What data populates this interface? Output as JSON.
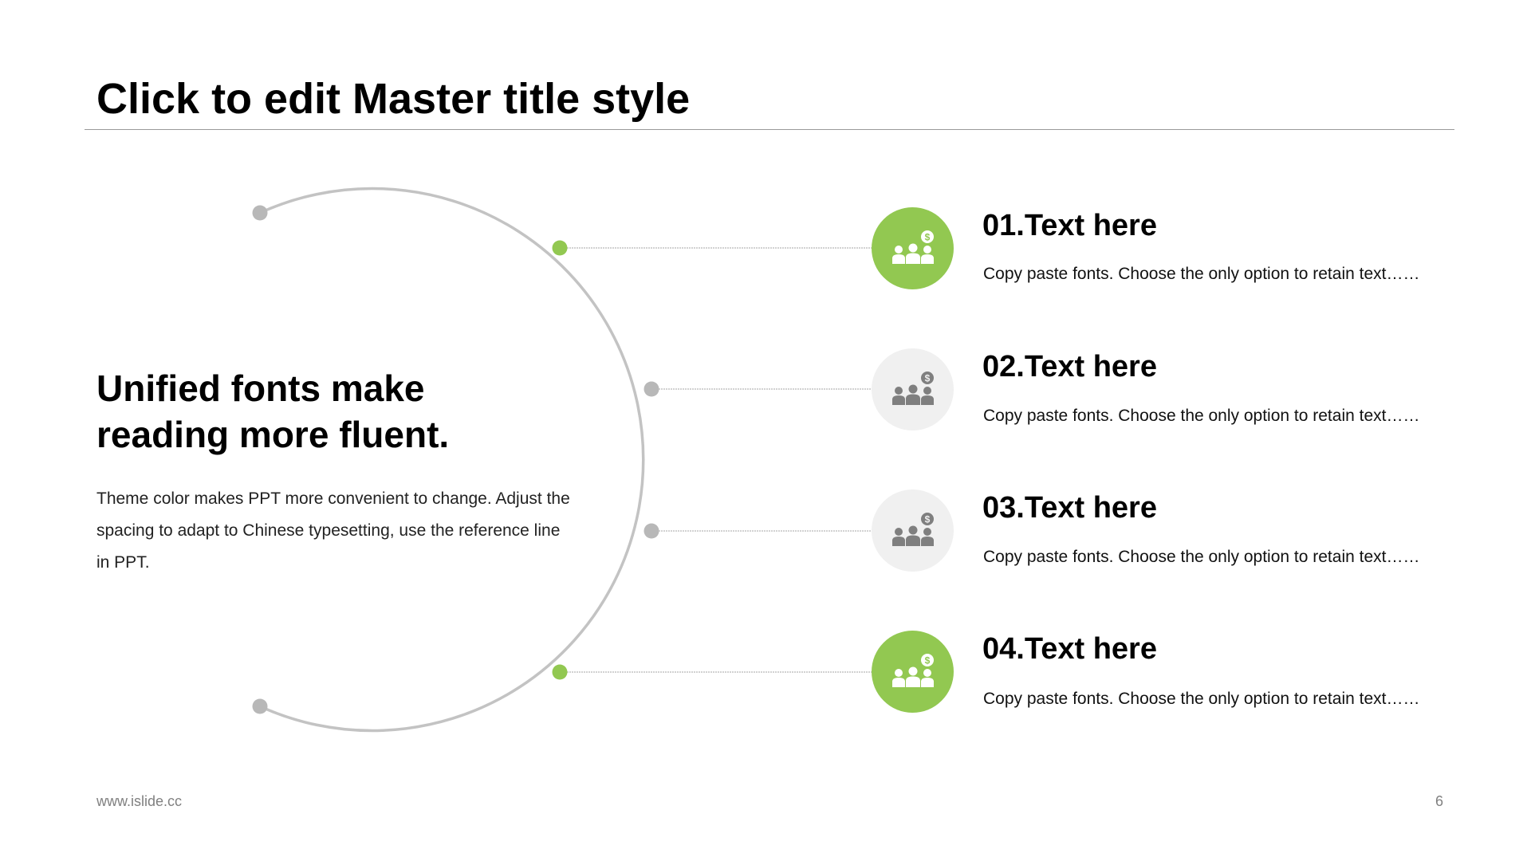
{
  "slide": {
    "title": "Click to edit Master title style",
    "headline": "Unified fonts make\nreading more fluent.",
    "body": "Theme color makes PPT more convenient  to change. Adjust the spacing to adapt to Chinese typesetting, use the reference line in PPT.",
    "items": [
      {
        "heading": "01.Text here",
        "description": "Copy paste fonts. Choose the only option to retain text……",
        "icon": "people-dollar-icon",
        "highlighted": true
      },
      {
        "heading": "02.Text here",
        "description": "Copy paste fonts. Choose the only option to retain text……",
        "icon": "people-dollar-icon",
        "highlighted": false
      },
      {
        "heading": "03.Text here",
        "description": "Copy paste fonts. Choose the only option to retain text……",
        "icon": "people-dollar-icon",
        "highlighted": false
      },
      {
        "heading": "04.Text here",
        "description": "Copy paste fonts. Choose the only option to retain text……",
        "icon": "people-dollar-icon",
        "highlighted": true
      }
    ],
    "footer_url": "www.islide.cc",
    "page_number": "6"
  },
  "colors": {
    "accent": "#92c851",
    "muted_circle": "#f0f0f0",
    "muted_icon": "#7f7f7f",
    "arc": "#c3c3c3",
    "dot_gray": "#b8b8b8",
    "connector": "#a6a6a6"
  }
}
